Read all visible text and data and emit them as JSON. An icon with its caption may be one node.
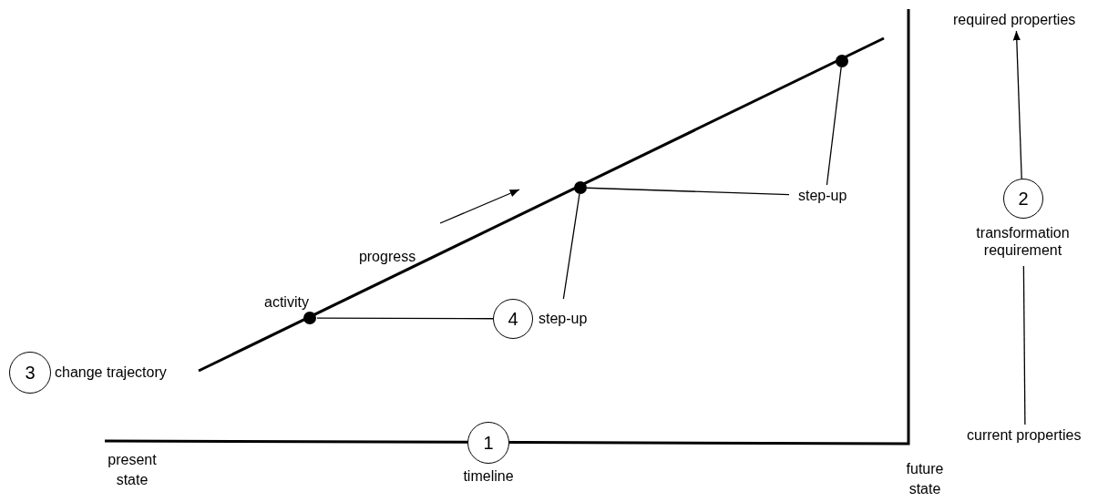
{
  "diagram": {
    "nodes": [
      {
        "text": [
          "3"
        ],
        "beside": [
          "change trajectory"
        ]
      },
      {
        "text": [],
        "shape": "circle",
        "beside": [
          "activity"
        ]
      },
      {
        "text": [],
        "shape": "circle"
      },
      {
        "text": [],
        "shape": "circle"
      },
      {
        "text": [
          "4"
        ],
        "beside": [
          "step-up"
        ]
      },
      {
        "text": [
          "step-up"
        ]
      },
      {
        "text": [
          "required properties"
        ]
      },
      {
        "text": [
          "2"
        ],
        "beside": [
          "transformation requirement"
        ]
      },
      {
        "text": [
          "current properties"
        ]
      },
      {
        "text": [
          "1"
        ],
        "beside": [
          "timeline"
        ]
      }
    ],
    "edges": [
      {
        "from": 1,
        "to": 4,
        "arrow": "none"
      },
      {
        "from": 2,
        "to": 4,
        "arrow": "none"
      },
      {
        "from": 2,
        "to": 5,
        "arrow": "none"
      },
      {
        "from": 3,
        "to": 5,
        "arrow": "none"
      },
      {
        "from": 7,
        "to": 6,
        "arrow": "to"
      },
      {
        "from": 8,
        "to": 7,
        "arrow": "none"
      }
    ],
    "labels": [
      "progress",
      "present state",
      "future state"
    ]
  }
}
